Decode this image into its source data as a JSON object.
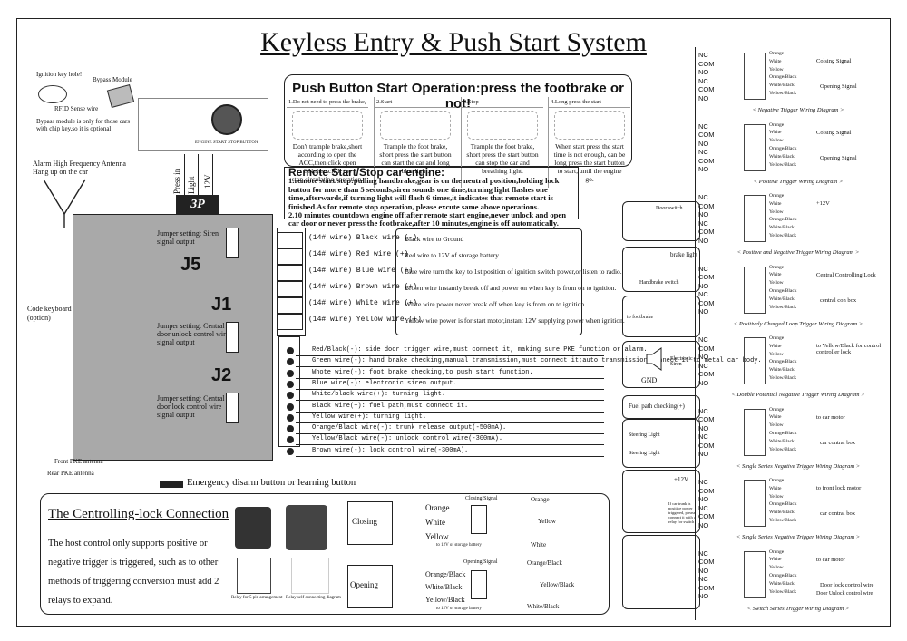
{
  "title": "Keyless Entry & Push Start System",
  "top_left": {
    "ignition_key_hole": "Ignition key hole!",
    "bypass_module": "Bypass Module",
    "rfid_sense_wire": "RFID Sense wire",
    "bypass_note": "Bypass module is only for those cars with chip key,so it is optional!",
    "engine_button": "ENGINE START STOP BUTTON"
  },
  "antenna": {
    "label": "Alarm High Frequency Antenna Hang up on the car"
  },
  "connector": {
    "wires": [
      "Press in",
      "Light",
      "12V"
    ],
    "label": "3P"
  },
  "push_button": {
    "title": "Push Button Start Operation:press the footbrake or not!",
    "steps": [
      {
        "head": "1.Do not need to press the brake, OFF Light on",
        "text": "Don't trample brake,short according to open the ACC,then click open ON,then click the stop,circulating operation."
      },
      {
        "head": "2.Start",
        "text": "Trample the foot brake, short press the start button can start the car and long blue light."
      },
      {
        "head": "3.Stop",
        "text": "Trample the foot brake, short press the start button can stop the car and breathing light."
      },
      {
        "head": "4.Long press the start",
        "text": "When start press the start time is not enough, can be long press the start button to start, until the engine go."
      }
    ]
  },
  "remote": {
    "title": "Remote Start/Stop car engine:",
    "text": "1.remote start/stop:pulling handbrake,gear is on the neutral position,holding lock button for more than 5 seconds,siren sounds one time,turning light flashes one time,afterwards,if turning light will flash 6 times,it indicates that remote start is finished.As for remote stop operation, please excute same above operations.",
    "text2": "2.10 minutes countdown engine off:after remote start engine,never unlock and open car door or never press the footbrake,after 10 minutes,engine is off automatically."
  },
  "unit": {
    "j5": "J5",
    "j1": "J1",
    "j2": "J2",
    "j5_note": "Jumper setting: Siren signal output",
    "j1_note": "Jumper setting: Central door unlock control wire signal output",
    "j2_note": "Jumper setting: Central door lock control wire signal output"
  },
  "code_keyboard": "Code keyboard (option)",
  "front_pke": "Front PKE antenna",
  "rear_pke": "Rear PKE antenna",
  "emergency": "Emergency disarm button or learning button",
  "wires14": [
    {
      "label": "(14# wire)  Black wire  (-)",
      "desc": "Black wire to Ground"
    },
    {
      "label": "(14# wire)  Red wire   (+)",
      "desc": "Red wire to 12V of storage battery."
    },
    {
      "label": "(14# wire)  Blue wire  (+)",
      "desc": "Blue wire turn the key to 1st position of ignition switch power,or listen to radio."
    },
    {
      "label": "(14# wire)  Brown wire  (+)",
      "desc": "Brown wire instantly break off and power on when key is from on to ignition."
    },
    {
      "label": "(14# wire)  White wire  (+)",
      "desc": "White wire power never break off when key is from on to ignition."
    },
    {
      "label": "(14# wire)  Yellow wire (+)",
      "desc": "Yellow wire power is for start motor,instant 12V supplying power when ignition."
    }
  ],
  "wires_lower": [
    "Red/Black(-): side door trigger wire,must connect it, making sure PKE function or alarm.",
    "Green wire(-): hand brake checking,manual transmission,must connect it;auto transmission,connect it to metal car body.",
    "Whote wire(-): foot brake checking,to push start function.",
    "Blue wire(-): electronic siren output.",
    "White/black wire(+): turning light.",
    "Black wire(+): fuel path,must connect it.",
    "Yellow wire(+): turning light.",
    "Orange/Black wire(-): trunk release output(-500mA).",
    "Yellow/Black wire(-): unlock control wire(-300mA).",
    "Brown wire(-): lock control wire(-300mA)."
  ],
  "periph": {
    "door_switch": "Door switch",
    "brake_light": "brake light",
    "handbrake": "Handbrake switch",
    "footbrake": "to footbrake",
    "siren": "Electronic Siren",
    "gnd": "GND",
    "fuel": "Fuel path checking(+)",
    "steering1": "Steering Light",
    "steering2": "Steering Light",
    "v12": "+12V",
    "car_note": "If car trunk is positive power triggered, please connect it with a relay for switch"
  },
  "centrolling": {
    "title": "The Centrolling-lock Connection",
    "text": "The host control only supports positive or negative trigger is triggered, such as to other methods of triggering conversion must add 2 relays to expand.",
    "relay_cap1": "Relay for 5 pin arrangement",
    "relay_cap2": "Relay self connecting diagram",
    "closing": "Closing",
    "opening": "Opening",
    "orange": "Orange",
    "white": "White",
    "yellow": "Yellow",
    "ob": "Orange/Black",
    "wb": "White/Black",
    "yb": "Yellow/Black",
    "closing_signal": "Closing Signal",
    "opening_signal": "Opening Signal",
    "to12v": "to 12V of storage battery"
  },
  "right_diagrams": [
    {
      "rows": [
        "NC",
        "COM",
        "NO",
        "NC",
        "COM",
        "NO"
      ],
      "wires": [
        "Orange",
        "White",
        "Yellow",
        "Orange/Black",
        "White/Black",
        "Yellow/Black"
      ],
      "sig1": "Colsing Signal",
      "sig2": "Opening Signal",
      "cap": "< Negative Trigger Wiring Diagram >"
    },
    {
      "rows": [
        "NC",
        "COM",
        "NO",
        "NC",
        "COM",
        "NO"
      ],
      "wires": [
        "Orange",
        "White",
        "Yellow",
        "Orange/Black",
        "White/Black",
        "Yellow/Black"
      ],
      "sig1": "Colsing Signal",
      "sig2": "Opening Signal",
      "cap": "< Positive Trigger Wiring Diagram >"
    },
    {
      "rows": [
        "NC",
        "COM",
        "NO",
        "NC",
        "COM",
        "NO"
      ],
      "wires": [
        "Orange",
        "White",
        "Yellow",
        "Orange/Black",
        "White/Black",
        "Yellow/Black"
      ],
      "sig1": "+12V",
      "sig2": "",
      "cap": "< Positive and Negative Trigger Wiring Diagram >"
    },
    {
      "rows": [
        "NC",
        "COM",
        "NO",
        "NC",
        "COM",
        "NO"
      ],
      "wires": [
        "Orange",
        "White",
        "Yellow",
        "Orange/Black",
        "White/Black",
        "Yellow/Black"
      ],
      "sig1": "Central Controlling Lock",
      "sig2": "central con box",
      "cap": "< Positively Charged Loop Trigger Wiring Diagram >"
    },
    {
      "rows": [
        "NC",
        "COM",
        "NO",
        "NC",
        "COM",
        "NO"
      ],
      "wires": [
        "Orange",
        "White",
        "Yellow",
        "Orange/Black",
        "White/Black",
        "Yellow/Black"
      ],
      "sig1": "to Yellow/Black for control controller lock",
      "sig2": "",
      "cap": "< Double Potential Negative Trigger Wiring Diagram >"
    },
    {
      "rows": [
        "NC",
        "COM",
        "NO",
        "NC",
        "COM",
        "NO"
      ],
      "wires": [
        "Orange",
        "White",
        "Yellow",
        "Orange/Black",
        "White/Black",
        "Yellow/Black"
      ],
      "sig1": "to car motor",
      "sig2": "car contral box",
      "cap": "< Single Series Negative Trigger Wiring Diagram >"
    },
    {
      "rows": [
        "NC",
        "COM",
        "NO",
        "NC",
        "COM",
        "NO"
      ],
      "wires": [
        "Orange",
        "White",
        "Yellow",
        "Orange/Black",
        "White/Black",
        "Yellow/Black"
      ],
      "sig1": "to front lock motor",
      "sig2": "car contral box",
      "cap": "< Single Series Negative Trigger Wiring Diagram >"
    },
    {
      "rows": [
        "NC",
        "COM",
        "NO",
        "NC",
        "COM",
        "NO"
      ],
      "wires": [
        "Orange",
        "White",
        "Yellow",
        "Orange/Black",
        "White/Black",
        "Yellow/Black"
      ],
      "sig1": "to car motor",
      "sig2": "Door lock control wire",
      "sig3": "Door Unlock control wire",
      "cap": "< Switch Series Trigger Wiring Diagram >"
    }
  ]
}
